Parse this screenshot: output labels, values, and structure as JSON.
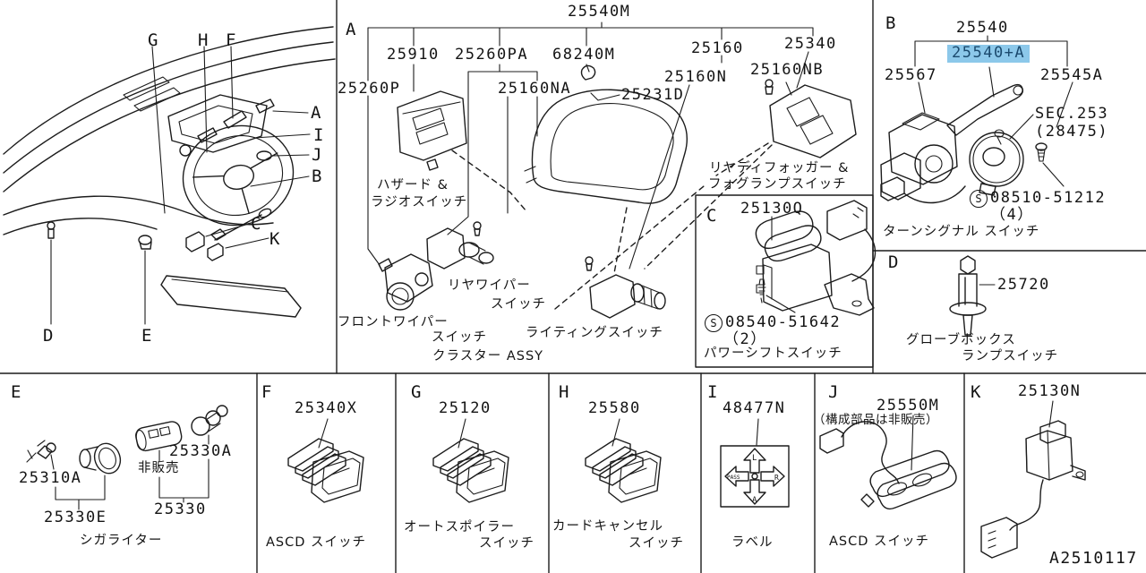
{
  "footer": {
    "diagram_code": "A2510117"
  },
  "colors": {
    "line": "#1c1c1c",
    "highlight_bg": "#8cc8ea",
    "highlight_fg": "#1b4a6e",
    "background": "#ffffff"
  },
  "overview": {
    "callouts": {
      "g": "G",
      "h": "H",
      "f": "F",
      "a": "A",
      "i": "I",
      "j": "J",
      "b": "B",
      "c": "C",
      "k": "K",
      "d": "D",
      "e": "E"
    }
  },
  "sectionA": {
    "label": "A",
    "p25540M": "25540M",
    "p25910": "25910",
    "p25260PA": "25260PA",
    "p68240M": "68240M",
    "p25160": "25160",
    "p25340": "25340",
    "p25260P": "25260P",
    "p25160NA": "25160NA",
    "p25160N": "25160N",
    "p25160NB": "25160NB",
    "p25231D": "25231D",
    "cap_hazard_1": "ハザード &",
    "cap_hazard_2": "ラジオスイッチ",
    "cap_defog_1": "リヤディフォッガー &",
    "cap_defog_2": "フォグランプスイッチ",
    "cap_rear_wiper_1": "リヤワイパー",
    "cap_rear_wiper_2": "スイッチ",
    "cap_front_wiper_1": "フロントワイパー",
    "cap_front_wiper_2": "スイッチ",
    "cap_lighting": "ライティングスイッチ",
    "cap_cluster": "クラスター ASSY"
  },
  "sectionB": {
    "label": "B",
    "p25540": "25540",
    "p25540A": "25540+A",
    "p25567": "25567",
    "p25545A": "25545A",
    "sec_ref_1": "SEC.253",
    "sec_ref_2": "(28475)",
    "screw_prefix": "S",
    "screw_num": "08510-51212",
    "screw_qty": "（4）",
    "caption": "ターンシグナル スイッチ"
  },
  "sectionC": {
    "label": "C",
    "p25130Q": "25130Q",
    "screw_prefix": "S",
    "screw_num": "08540-51642",
    "screw_qty": "（2）",
    "caption": "パワーシフトスイッチ"
  },
  "sectionD": {
    "label": "D",
    "p25720": "25720",
    "caption_1": "グローブボックス",
    "caption_2": "ランプスイッチ"
  },
  "sectionE": {
    "label": "E",
    "p25310A": "25310A",
    "p25330A": "25330A",
    "p25330E": "25330E",
    "p25330": "25330",
    "not_sold": "非販売",
    "caption": "シガライター"
  },
  "sectionF": {
    "label": "F",
    "p25340X": "25340X",
    "caption": "ASCD スイッチ"
  },
  "sectionG": {
    "label": "G",
    "p25120": "25120",
    "caption_1": "オートスポイラー",
    "caption_2": "スイッチ"
  },
  "sectionH": {
    "label": "H",
    "p25580": "25580",
    "caption_1": "カードキャンセル",
    "caption_2": "スイッチ"
  },
  "sectionI": {
    "label": "I",
    "p48477N": "48477N",
    "caption": "ラベル",
    "sticker": {
      "left": "PASS",
      "up": "L",
      "right": "R",
      "down": "A"
    }
  },
  "sectionJ": {
    "label": "J",
    "p25550M": "25550M",
    "note": "（構成部品は非販売）",
    "caption": "ASCD スイッチ"
  },
  "sectionK": {
    "label": "K",
    "p25130N": "25130N"
  }
}
